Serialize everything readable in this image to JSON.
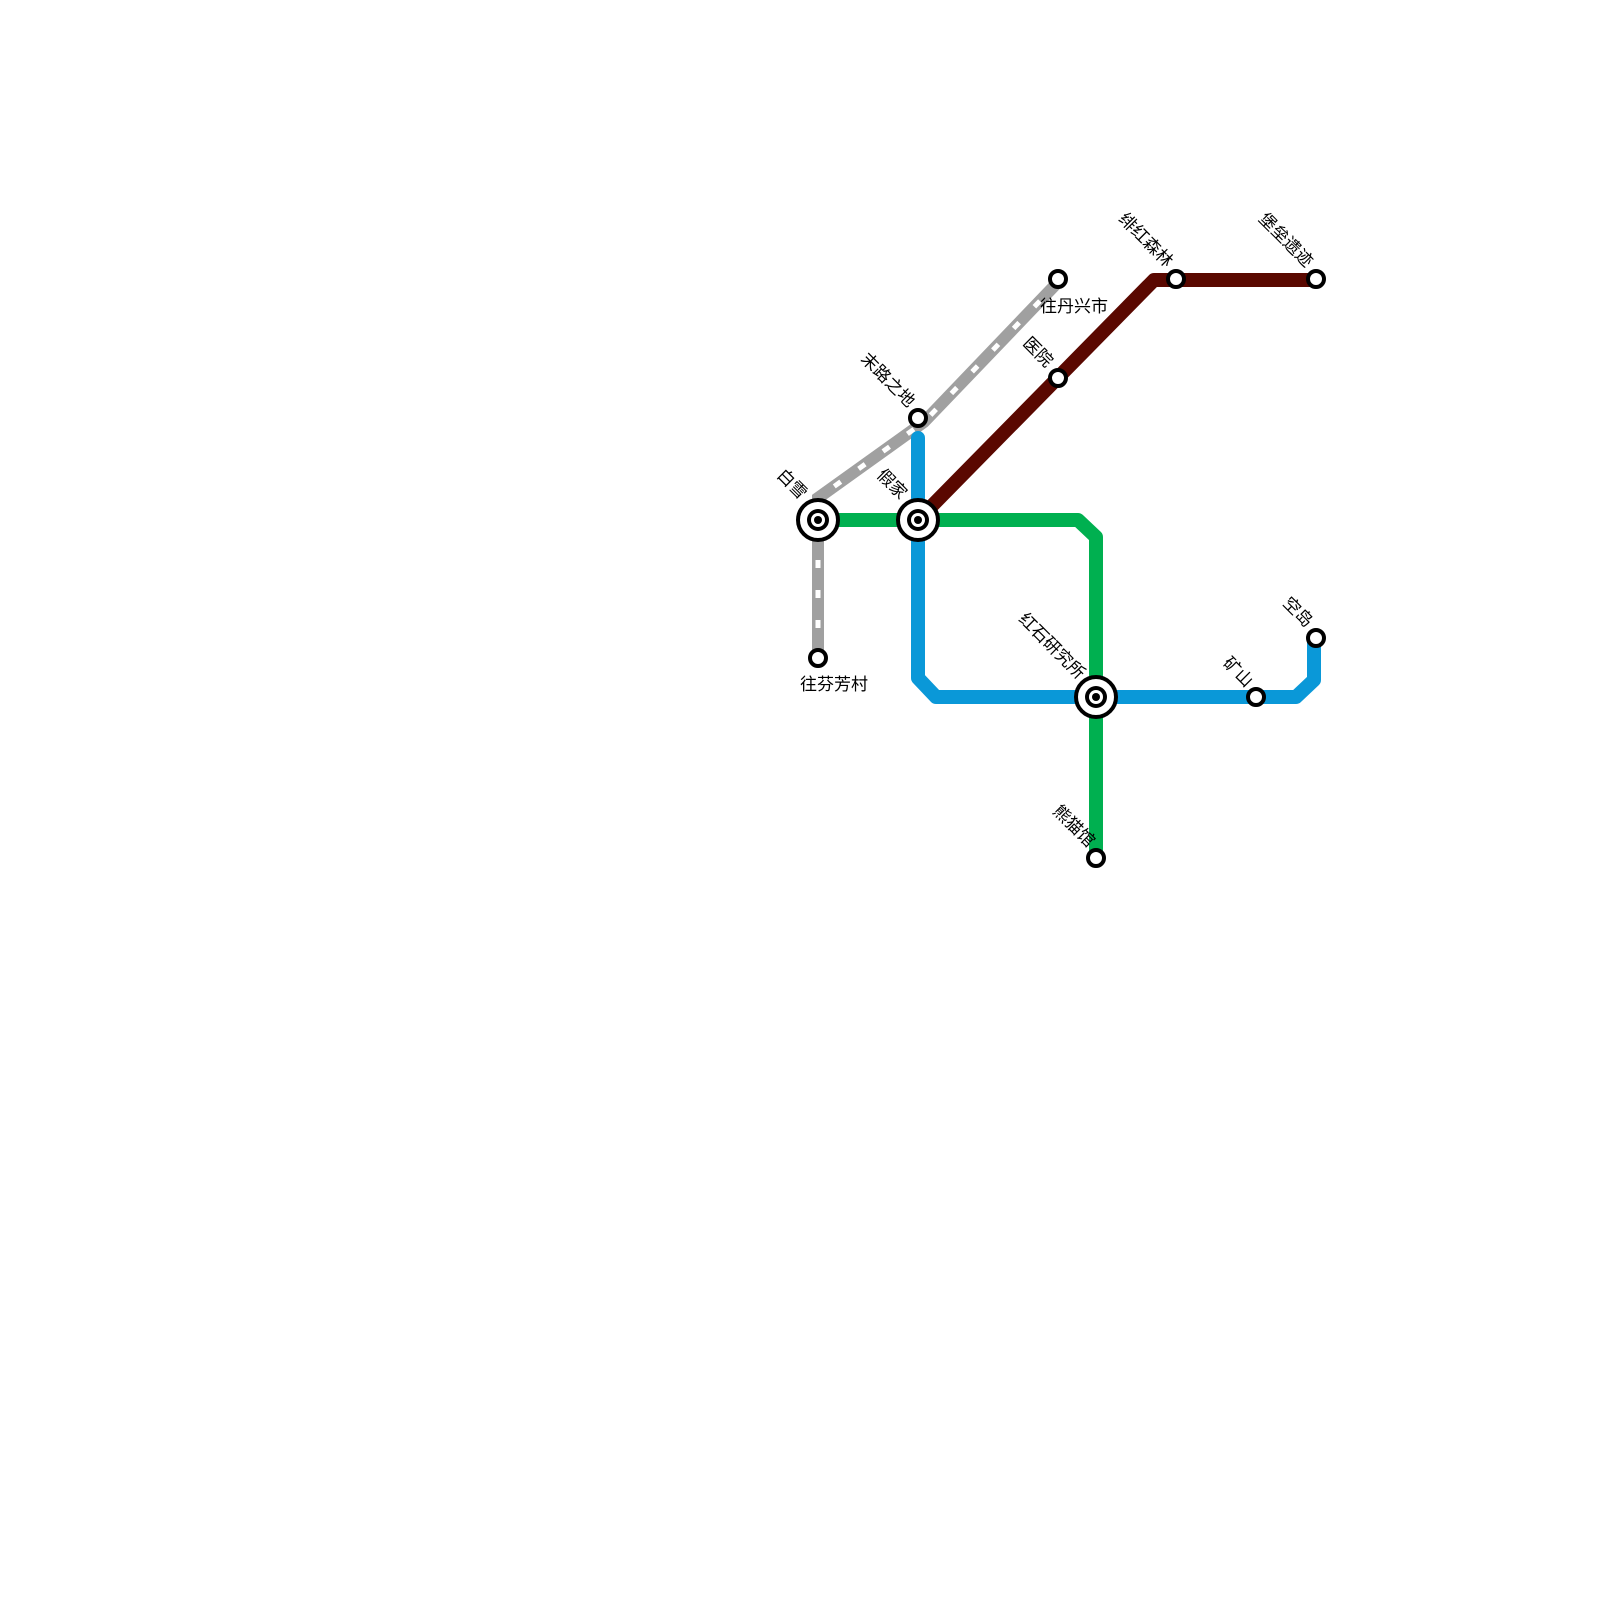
{
  "colors": {
    "grey_line": "#A0A0A0",
    "green_line": "#00B050",
    "blue_line": "#0A98D8",
    "dark_red_line": "#5A0800",
    "station_stroke": "#000000",
    "background": "#FFFFFF"
  },
  "stations": {
    "baixue": "白雪",
    "jiajia": "假家",
    "molu": "末路之地",
    "yiyuan": "医院",
    "feihong": "绯红森林",
    "baolei": "堡垒遗迹",
    "hongshi": "红石研究所",
    "kuangshan": "矿山",
    "kongdao": "空岛",
    "xiongmao": "熊猫馆"
  },
  "destinations": {
    "danxing": "往丹兴市",
    "fenfang": "往芬芳村"
  },
  "lines": [
    {
      "name": "",
      "color": "grey_line",
      "style": "dashed",
      "stops": [
        "fenfang",
        "baixue",
        "molu",
        "danxing"
      ]
    },
    {
      "name": "",
      "color": "green_line",
      "style": "solid",
      "stops": [
        "baixue",
        "jiajia",
        "hongshi",
        "xiongmao"
      ]
    },
    {
      "name": "",
      "color": "blue_line",
      "style": "solid",
      "stops": [
        "molu",
        "jiajia",
        "hongshi",
        "kuangshan",
        "kongdao"
      ]
    },
    {
      "name": "",
      "color": "dark_red_line",
      "style": "solid",
      "stops": [
        "jiajia",
        "yiyuan",
        "feihong",
        "baolei"
      ]
    }
  ],
  "interchanges": [
    "baixue",
    "jiajia",
    "hongshi"
  ]
}
